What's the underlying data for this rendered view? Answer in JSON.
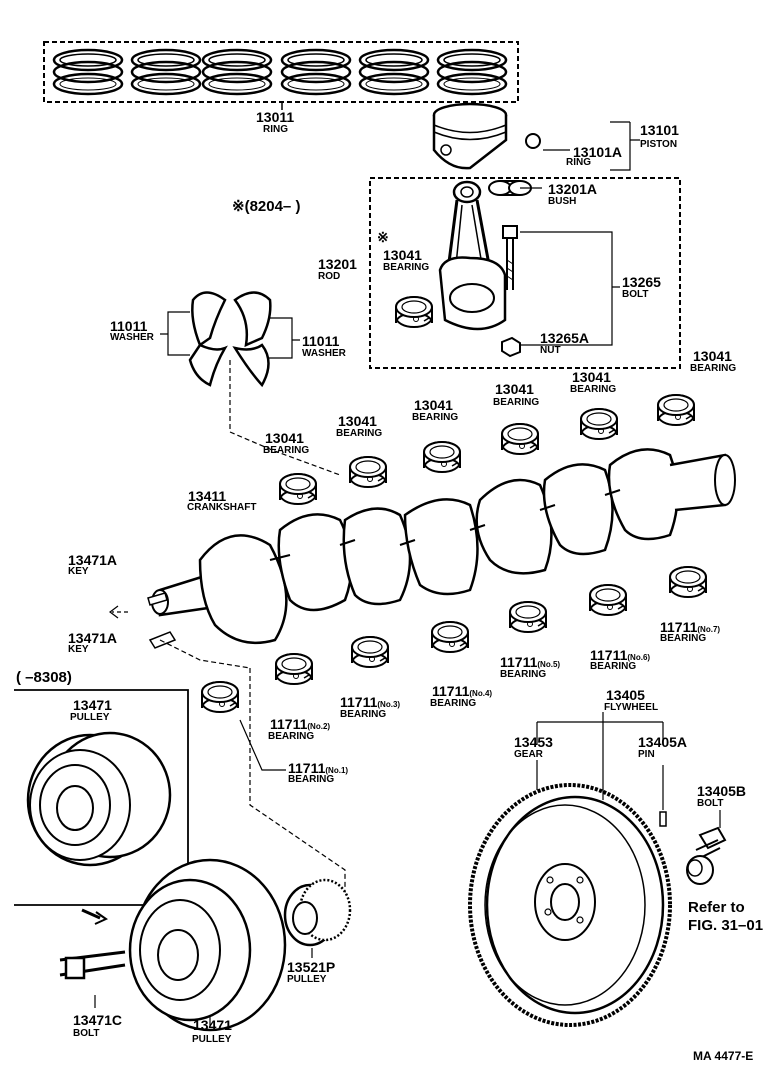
{
  "pistonRings": {
    "number": "13011",
    "name": "RING"
  },
  "piston": {
    "number": "13101",
    "name": "PISTON"
  },
  "pistonRing": {
    "number": "13101A",
    "name": "RING"
  },
  "serialNote": "※(8204–    )",
  "bush": {
    "number": "13201A",
    "name": "BUSH"
  },
  "conRod": {
    "number": "13201",
    "name": "ROD"
  },
  "rodBearing": {
    "mark": "※",
    "number": "13041",
    "name": "BEARING"
  },
  "rodBolt": {
    "number": "13265",
    "name": "BOLT"
  },
  "rodNut": {
    "number": "13265A",
    "name": "NUT"
  },
  "washerLeft": {
    "number": "11011",
    "name": "WASHER"
  },
  "washerRight": {
    "number": "11011",
    "name": "WASHER"
  },
  "upperBearings": [
    {
      "number": "13041",
      "name": "BEARING"
    },
    {
      "number": "13041",
      "name": "BEARING"
    },
    {
      "number": "13041",
      "name": "BEARING"
    },
    {
      "number": "13041",
      "name": "BEARING"
    },
    {
      "number": "13041",
      "name": "BEARING"
    },
    {
      "number": "13041",
      "name": "BEARING"
    }
  ],
  "crankshaft": {
    "number": "13411",
    "name": "CRANKSHAFT"
  },
  "keyUpper": {
    "number": "13471A",
    "name": "KEY"
  },
  "keyLower": {
    "number": "13471A",
    "name": "KEY"
  },
  "mainBearings": [
    {
      "number": "11711",
      "suffix": "(No.1)",
      "name": "BEARING"
    },
    {
      "number": "11711",
      "suffix": "(No.2)",
      "name": "BEARING"
    },
    {
      "number": "11711",
      "suffix": "(No.3)",
      "name": "BEARING"
    },
    {
      "number": "11711",
      "suffix": "(No.4)",
      "name": "BEARING"
    },
    {
      "number": "11711",
      "suffix": "(No.5)",
      "name": "BEARING"
    },
    {
      "number": "11711",
      "suffix": "(No.6)",
      "name": "BEARING"
    },
    {
      "number": "11711",
      "suffix": "(No.7)",
      "name": "BEARING"
    }
  ],
  "oldPulleyRange": "(    –8308)",
  "oldPulley": {
    "number": "13471",
    "name": "PULLEY"
  },
  "pulley": {
    "number": "13471",
    "name": "PULLEY"
  },
  "pulleyBolt": {
    "number": "13471C",
    "name": "BOLT"
  },
  "timingPulley": {
    "number": "13521P",
    "name": "PULLEY"
  },
  "flywheel": {
    "number": "13405",
    "name": "FLYWHEEL"
  },
  "ringGear": {
    "number": "13453",
    "name": "GEAR"
  },
  "flywheelPin": {
    "number": "13405A",
    "name": "PIN"
  },
  "flywheelBolt": {
    "number": "13405B",
    "name": "BOLT"
  },
  "refer": {
    "line1": "Refer to",
    "line2": "FIG. 31–01"
  },
  "figureCode": "MA 4477-E"
}
